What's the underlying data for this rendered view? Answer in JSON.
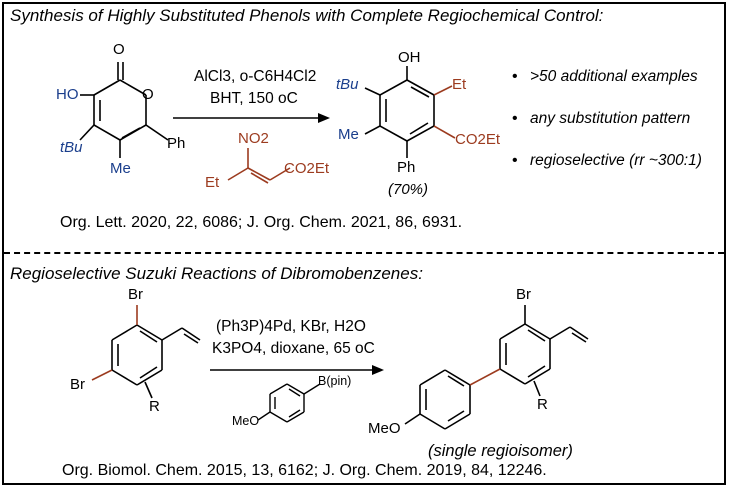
{
  "top": {
    "title": "Synthesis of Highly Substituted Phenols with Complete Regiochemical Control:",
    "conditions": {
      "line1": "AlCl3, o-C6H4Cl2",
      "line2": "BHT, 150 oC"
    },
    "reactant_labels": {
      "oxo": "O",
      "hydroxy": "HO",
      "ring_o": "O",
      "phenyl": "Ph",
      "tbu": "tBu",
      "methyl": "Me"
    },
    "reagent_labels": {
      "nitro": "NO2",
      "ethyl": "Et",
      "ester": "CO2Et"
    },
    "product_labels": {
      "oh": "OH",
      "tbu": "tBu",
      "et": "Et",
      "me": "Me",
      "ester": "CO2Et",
      "ph": "Ph"
    },
    "yield": "(70%)",
    "bullets": [
      ">50 additional examples",
      "any substitution pattern",
      "regioselective (rr ~300:1)"
    ],
    "citation": "Org. Lett. 2020, 22, 6086; J. Org. Chem. 2021, 86, 6931."
  },
  "bottom": {
    "title": "Regioselective Suzuki Reactions of Dibromobenzenes:",
    "conditions": {
      "line1": "(Ph3P)4Pd, KBr, H2O",
      "line2": "K3PO4, dioxane, 65 oC"
    },
    "reactant_labels": {
      "br_top": "Br",
      "br_left": "Br",
      "r": "R"
    },
    "boronate_labels": {
      "bpin": "B(pin)",
      "meo": "MeO"
    },
    "product_labels": {
      "br": "Br",
      "meo": "MeO",
      "r": "R"
    },
    "product_note": "(single regioisomer)",
    "citation": "Org. Biomol. Chem. 2015, 13, 6162; J. Org. Chem. 2019, 84, 12246."
  },
  "colors": {
    "blue": "#1a3e8c",
    "brown": "#9c3b1f"
  }
}
